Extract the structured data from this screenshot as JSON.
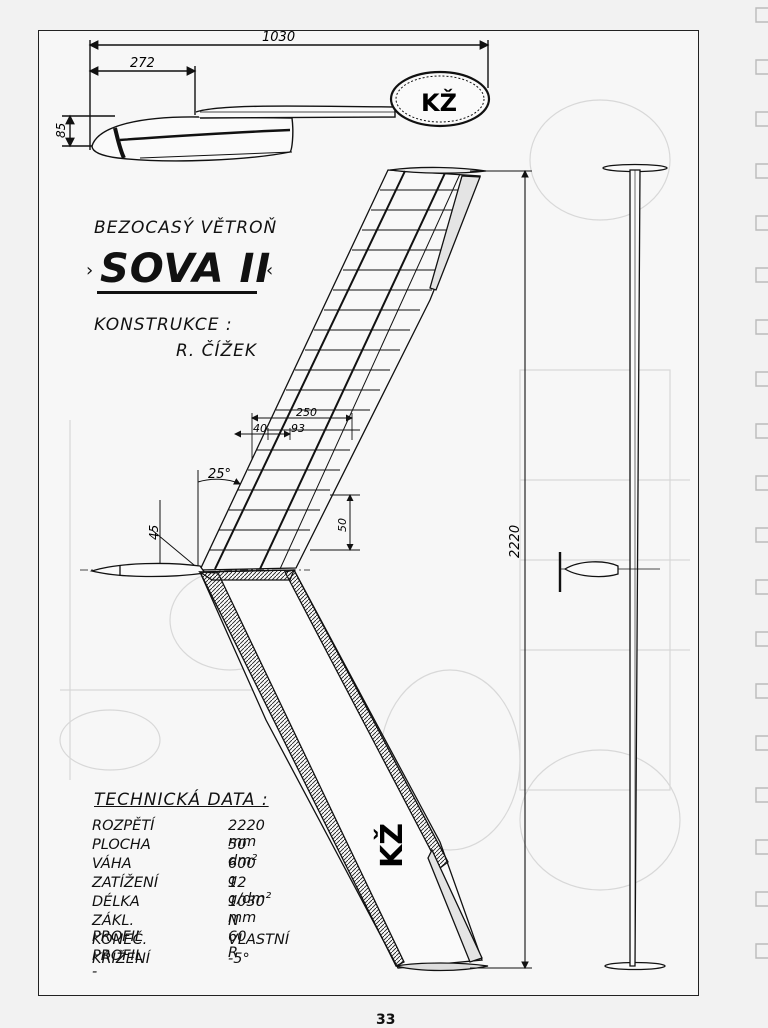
{
  "dimensions": {
    "overall_length": "1030",
    "nose_to_wing": "272",
    "fuselage_height": "85",
    "span": "2220",
    "chord_250": "250",
    "offset_40": "40",
    "offset_93": "93",
    "tip_50": "50",
    "sweep_angle": "25°",
    "dihedral_45": "45"
  },
  "tail_marking": "KŽ",
  "wing_marking": "KŽ",
  "heading": {
    "line1": "BEZOCASÝ   VĚTROŇ",
    "name": "SOVA II",
    "designer_label": "KONSTRUKCE :",
    "designer": "R. ČÍŽEK"
  },
  "specs": {
    "title": "TECHNICKÁ DATA :",
    "rows": [
      {
        "key": "ROZPĚTÍ",
        "value": "2220 mm"
      },
      {
        "key": "PLOCHA",
        "value": "50 dm²"
      },
      {
        "key": "VÁHA",
        "value": "600 g"
      },
      {
        "key": "ZATÍŽENÍ",
        "value": "12 g/dm²"
      },
      {
        "key": "DÉLKA",
        "value": "1030 mm"
      },
      {
        "key": "ZÁKL. PROFIL",
        "value": "N 60 R"
      },
      {
        "key": "KONEČ. PROFIL -",
        "value": "VLASTNÍ"
      },
      {
        "key": "KŘÍŽENÍ",
        "value": "-5°"
      }
    ]
  },
  "page_number": "33"
}
